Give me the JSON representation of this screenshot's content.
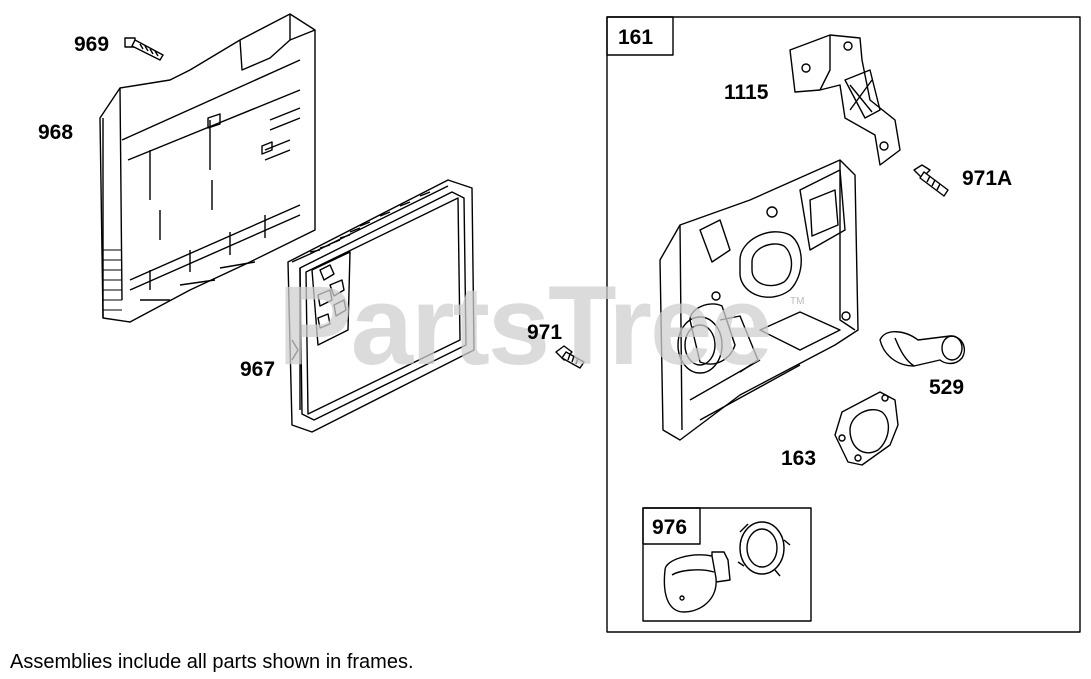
{
  "watermark": {
    "text": "PartsTree",
    "mark": "TM"
  },
  "callouts": {
    "p969": "969",
    "p968": "968",
    "p967": "967",
    "p971": "971",
    "p1115": "1115",
    "p971a": "971A",
    "p529": "529",
    "p163": "163"
  },
  "frames": {
    "main": "161",
    "inner": "976"
  },
  "footer": "Assemblies include all parts shown in frames."
}
